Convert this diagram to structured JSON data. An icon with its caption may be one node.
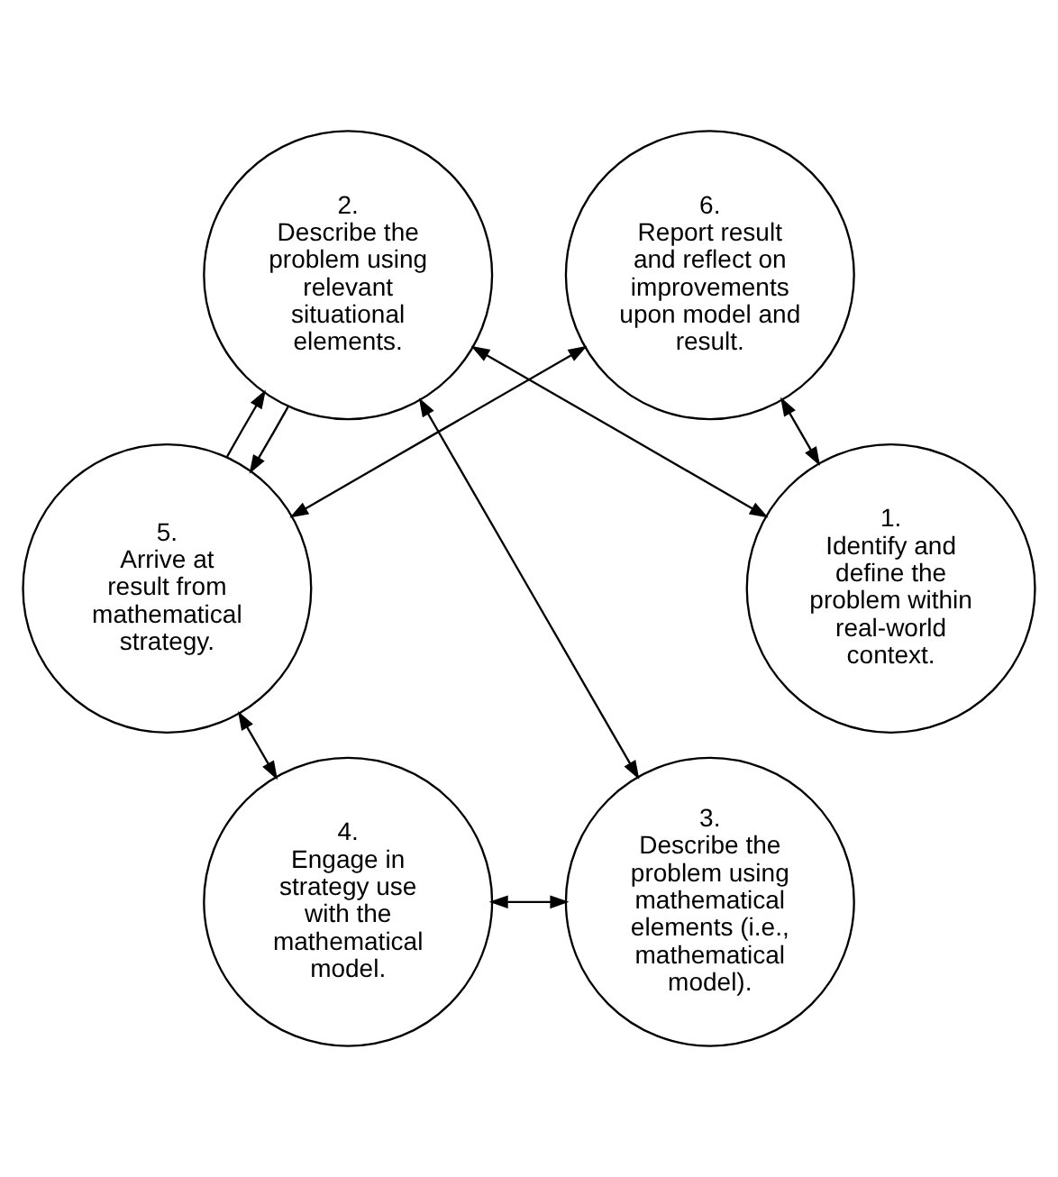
{
  "diagram": {
    "nodes": [
      {
        "text": [
          "1.",
          "Identify and define the problem within real-world context."
        ]
      },
      {
        "text": [
          "2.",
          "Describe the problem using relevant situational elements."
        ]
      },
      {
        "text": [
          "3.",
          "Describe the problem using mathematical elements (i.e., mathematical model)."
        ]
      },
      {
        "text": [
          "4.",
          "Engage in strategy use with the mathematical model."
        ]
      },
      {
        "text": [
          "5.",
          "Arrive at result from mathematical strategy."
        ]
      },
      {
        "text": [
          "6.",
          "Report result and reflect on improvements upon model and result."
        ]
      }
    ],
    "edges": [
      {
        "from": 0,
        "to": 1,
        "arrow": "both"
      },
      {
        "from": 1,
        "to": 2,
        "arrow": "both"
      },
      {
        "from": 2,
        "to": 3,
        "arrow": "both"
      },
      {
        "from": 3,
        "to": 4,
        "arrow": "both"
      },
      {
        "from": 4,
        "to": 5,
        "arrow": "both"
      },
      {
        "from": 5,
        "to": 0,
        "arrow": "both"
      },
      {
        "from": 1,
        "to": 4,
        "arrow": "to"
      },
      {
        "from": 4,
        "to": 1,
        "arrow": "to"
      }
    ]
  }
}
